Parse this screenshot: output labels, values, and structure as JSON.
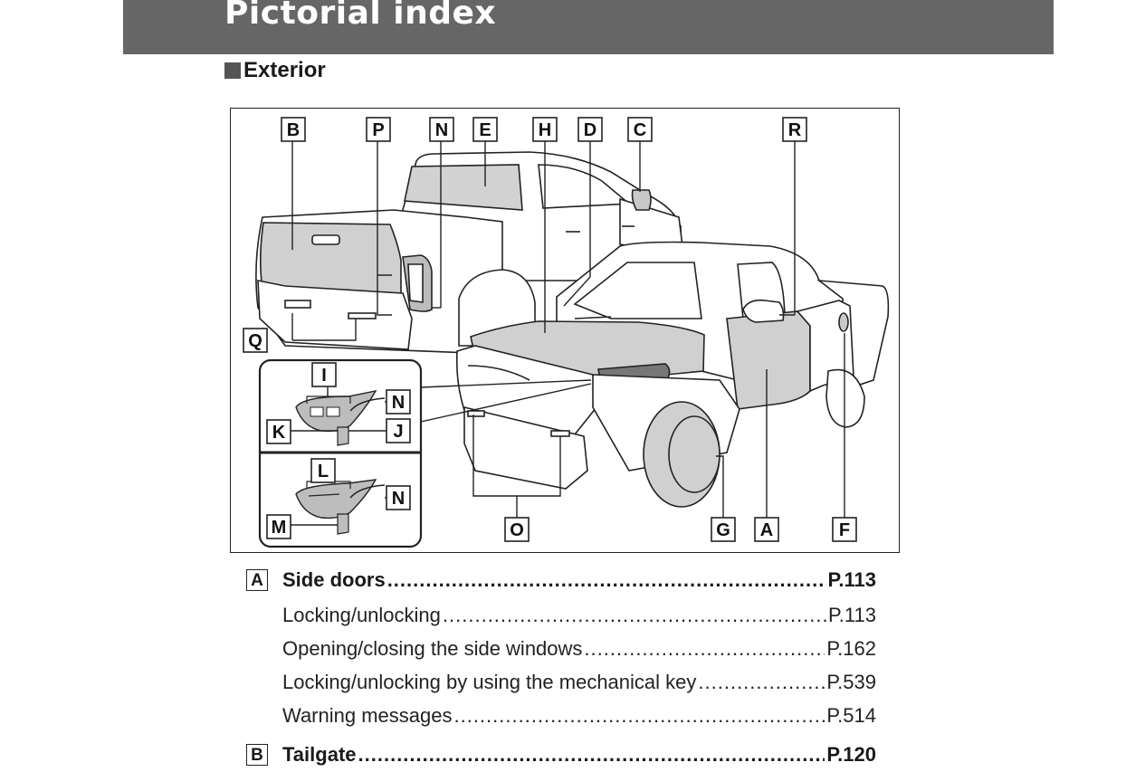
{
  "header": {
    "title": "Pictorial index"
  },
  "section": {
    "heading": "Exterior"
  },
  "figure": {
    "callouts": {
      "B": "B",
      "P": "P",
      "N": "N",
      "E": "E",
      "H": "H",
      "D": "D",
      "C": "C",
      "R": "R",
      "Q": "Q",
      "I": "I",
      "K": "K",
      "J": "J",
      "L": "L",
      "M": "M",
      "O": "O",
      "G": "G",
      "A": "A",
      "F": "F"
    }
  },
  "entries": [
    {
      "letter": "A",
      "title": "Side doors",
      "page": "P.113",
      "subitems": [
        {
          "title": "Locking/unlocking",
          "page": "P.113"
        },
        {
          "title": "Opening/closing the side windows",
          "page": "P.162"
        },
        {
          "title": "Locking/unlocking by using the mechanical key",
          "page": "P.539"
        },
        {
          "title": "Warning messages",
          "page": "P.514"
        }
      ]
    },
    {
      "letter": "B",
      "title": "Tailgate",
      "page": "P.120"
    }
  ]
}
